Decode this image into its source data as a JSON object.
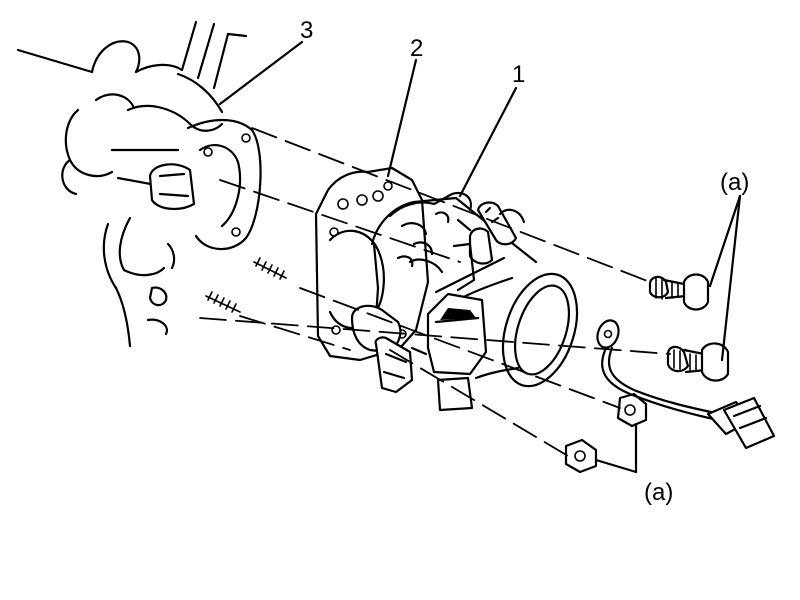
{
  "callouts": {
    "part_1": "1",
    "part_2": "2",
    "part_3": "3",
    "fastener_bolts": "(a)",
    "fastener_nuts": "(a)"
  },
  "colors": {
    "ink": "#000000",
    "paper": "#ffffff"
  }
}
